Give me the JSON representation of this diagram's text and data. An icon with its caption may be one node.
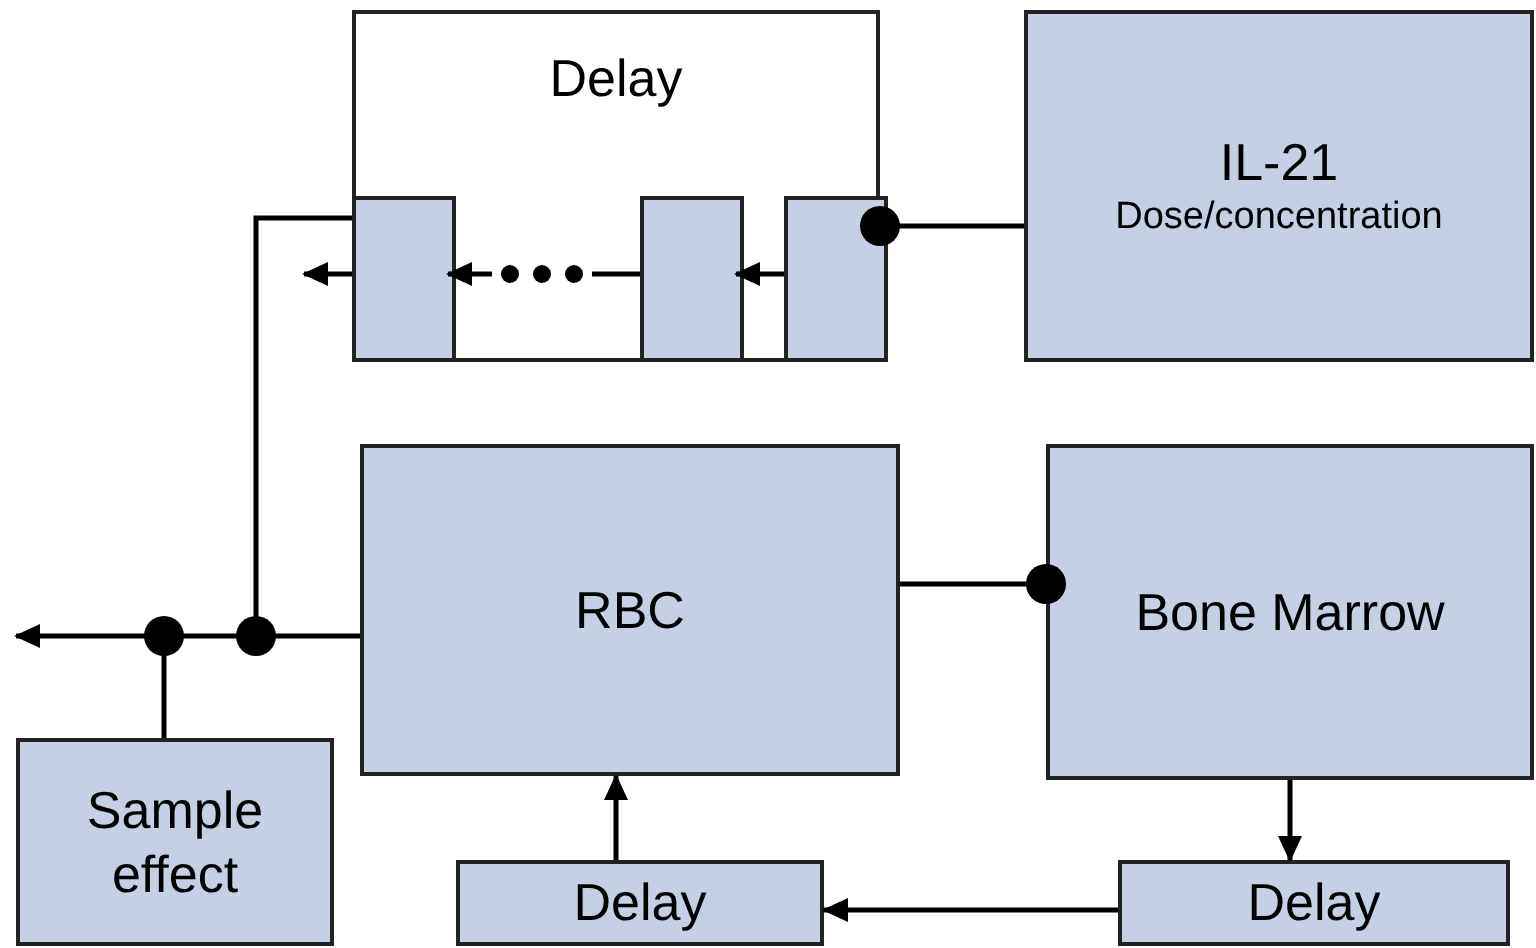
{
  "diagram": {
    "nodes": [
      {
        "text": [
          "Delay"
        ]
      },
      {
        "text": [],
        "shape": "box",
        "in": 0
      },
      {
        "text": [],
        "shape": "box",
        "in": 0
      },
      {
        "text": [],
        "shape": "box",
        "in": 0
      },
      {
        "text": [
          "IL-21",
          "Dose/concentration"
        ]
      },
      {
        "text": [
          "RBC"
        ]
      },
      {
        "text": [
          "Bone Marrow"
        ]
      },
      {
        "text": [
          "Sample effect"
        ]
      },
      {
        "text": [
          "Delay"
        ]
      },
      {
        "text": [
          "Delay"
        ]
      }
    ],
    "edges": [
      {
        "from": 4,
        "to": 3,
        "arrow": "other"
      },
      {
        "from": 3,
        "to": 2,
        "arrow": "to"
      },
      {
        "from": 2,
        "to": 1,
        "arrow": "to"
      },
      {
        "from": 1,
        "to": null,
        "arrow": "to"
      },
      {
        "from": 1,
        "to": null,
        "arrow": "other"
      },
      {
        "from": 5,
        "to": null,
        "arrow": "to"
      },
      {
        "from": 7,
        "to": null,
        "arrow": "other"
      },
      {
        "from": 5,
        "to": 6,
        "arrow": "other"
      },
      {
        "from": 6,
        "to": 9,
        "arrow": "to"
      },
      {
        "from": 9,
        "to": 8,
        "arrow": "to"
      },
      {
        "from": 8,
        "to": 5,
        "arrow": "to"
      }
    ]
  }
}
